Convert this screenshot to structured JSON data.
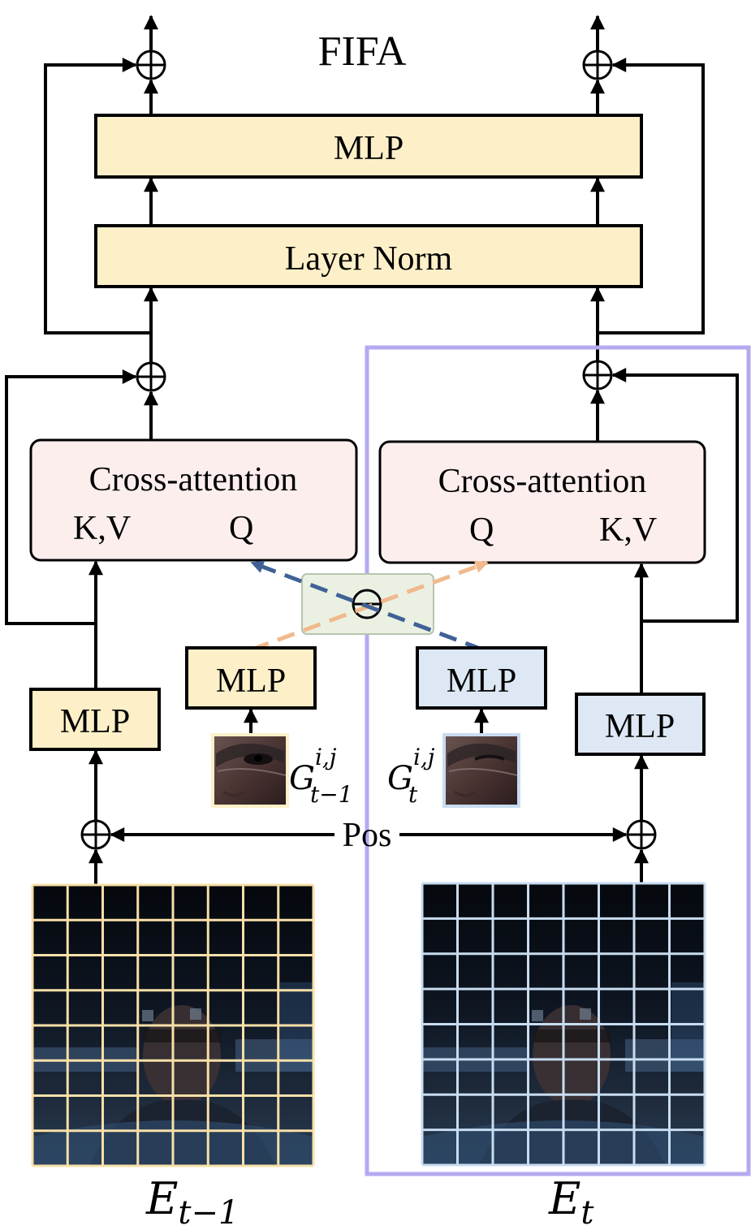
{
  "title": "FIFA",
  "top_mlp": "MLP",
  "layer_norm": "Layer Norm",
  "cross_attention_left": {
    "title": "Cross-attention",
    "kv": "K,V",
    "q": "Q"
  },
  "cross_attention_right": {
    "title": "Cross-attention",
    "q": "Q",
    "kv": "K,V"
  },
  "mlp_left_main": "MLP",
  "mlp_left_patch": "MLP",
  "mlp_right_patch": "MLP",
  "mlp_right_main": "MLP",
  "diff_symbol": "⊖",
  "plus_symbol": "⊕",
  "pos_label": "Pos",
  "patch_left_label": {
    "base": "G",
    "sup": "i,j",
    "sub": "t−1"
  },
  "patch_right_label": {
    "base": "G",
    "sup": "i,j",
    "sub": "t"
  },
  "frame_left_label": {
    "base": "E",
    "sub": "t−1"
  },
  "frame_right_label": {
    "base": "E",
    "sub": "t"
  },
  "colors": {
    "yellow_fill": "#fdf0c8",
    "yellow_grid": "#f7e0a8",
    "pink_fill": "#fdeeee",
    "blue_fill": "#dde8f4",
    "blue_grid": "#c8dcf0",
    "green_fill": "#eaf1e2",
    "purple_highlight": "#b4aaf0",
    "dash_orange": "#f1b98d",
    "dash_blue": "#3f6196"
  },
  "icons": [
    "arrow-up-icon",
    "plus-circle-icon",
    "minus-circle-icon"
  ]
}
